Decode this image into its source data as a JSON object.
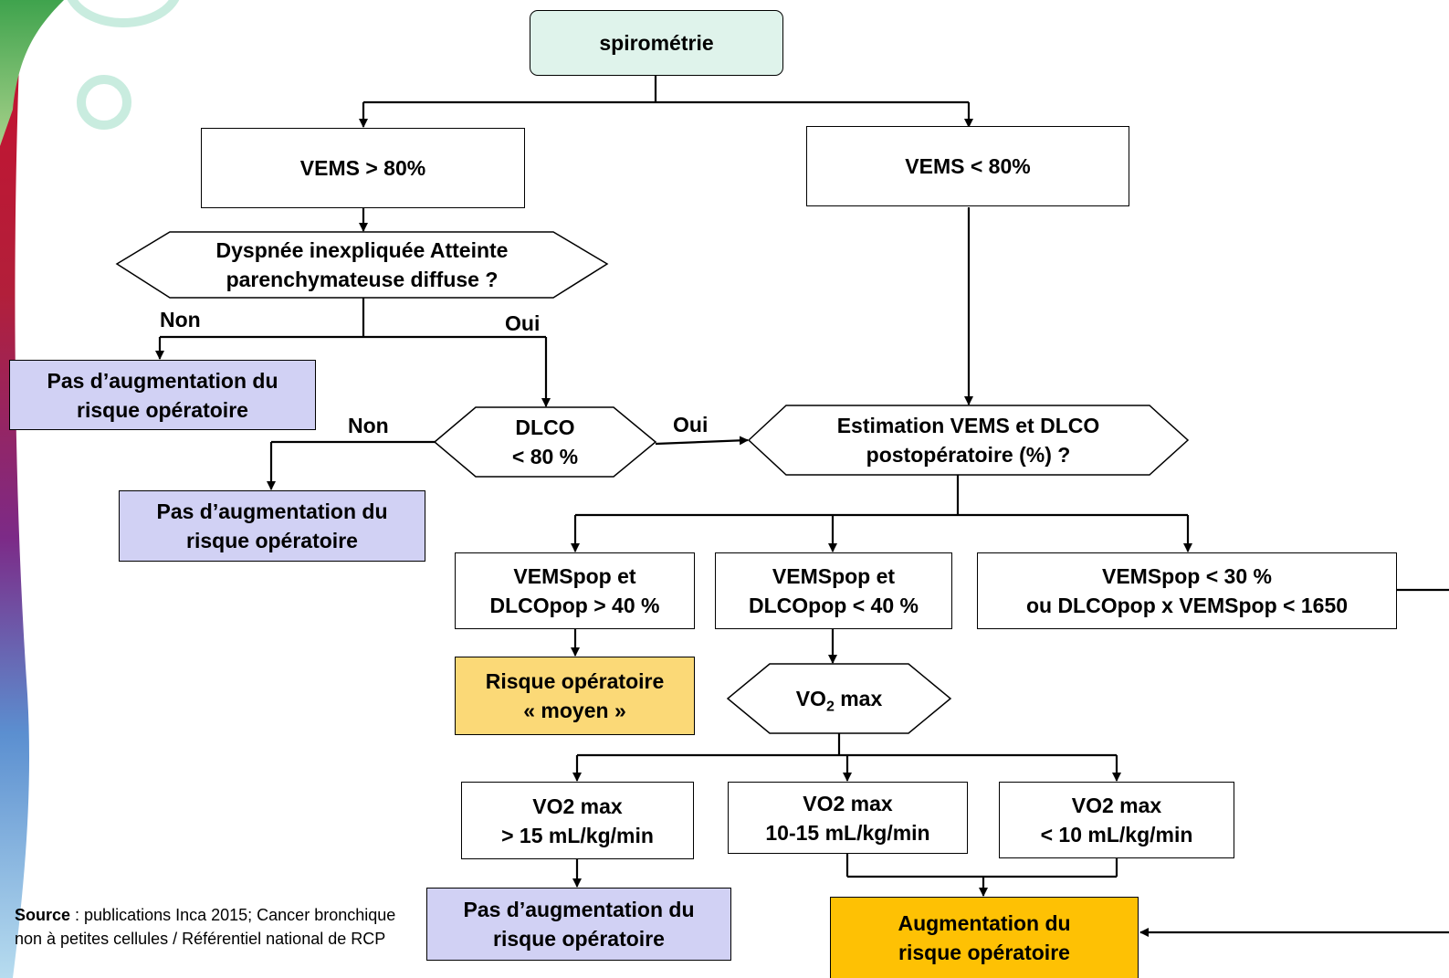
{
  "colors": {
    "start_fill": "#dff3eb",
    "lavender": "#d1d1f4",
    "yellow": "#fbd977",
    "orange": "#fec104",
    "ring_teal": "#c9ecdf"
  },
  "nodes": {
    "spirometrie": "spirométrie",
    "vems_gt80": "VEMS > 80%",
    "vems_lt80": "VEMS < 80%",
    "dyspnee": "Dyspnée inexpliquée Atteinte\nparenchymateuse diffuse ?",
    "pas_aug_1": "Pas d’augmentation du\nrisque opératoire",
    "dlco": "DLCO\n< 80 %",
    "pas_aug_2": "Pas d’augmentation du\nrisque opératoire",
    "estimation": "Estimation VEMS et DLCO\npostopératoire (%) ?",
    "vemspop_gt40": "VEMSpop et\nDLCOpop > 40 %",
    "vemspop_lt40": "VEMSpop et\nDLCOpop < 40 %",
    "vemspop_lt30": "VEMSpop < 30 %\nou DLCOpop x VEMSpop < 1650",
    "risque_moyen": "Risque opératoire\n« moyen »",
    "vo2max_main": "VO",
    "vo2max_sub": "2",
    "vo2max_tail": " max",
    "vo2_gt15": "VO2 max\n> 15 mL/kg/min",
    "vo2_10_15": "VO2 max\n10-15 mL/kg/min",
    "vo2_lt10": "VO2 max\n< 10 mL/kg/min",
    "pas_aug_3": "Pas d’augmentation du\nrisque opératoire",
    "augmentation": "Augmentation du\nrisque opératoire"
  },
  "labels": {
    "non_1": "Non",
    "oui_1": "Oui",
    "non_2": "Non",
    "oui_2": "Oui"
  },
  "source": {
    "label": "Source",
    "text": " : publications Inca 2015; Cancer bronchique non à petites cellules / Référentiel national de RCP"
  }
}
